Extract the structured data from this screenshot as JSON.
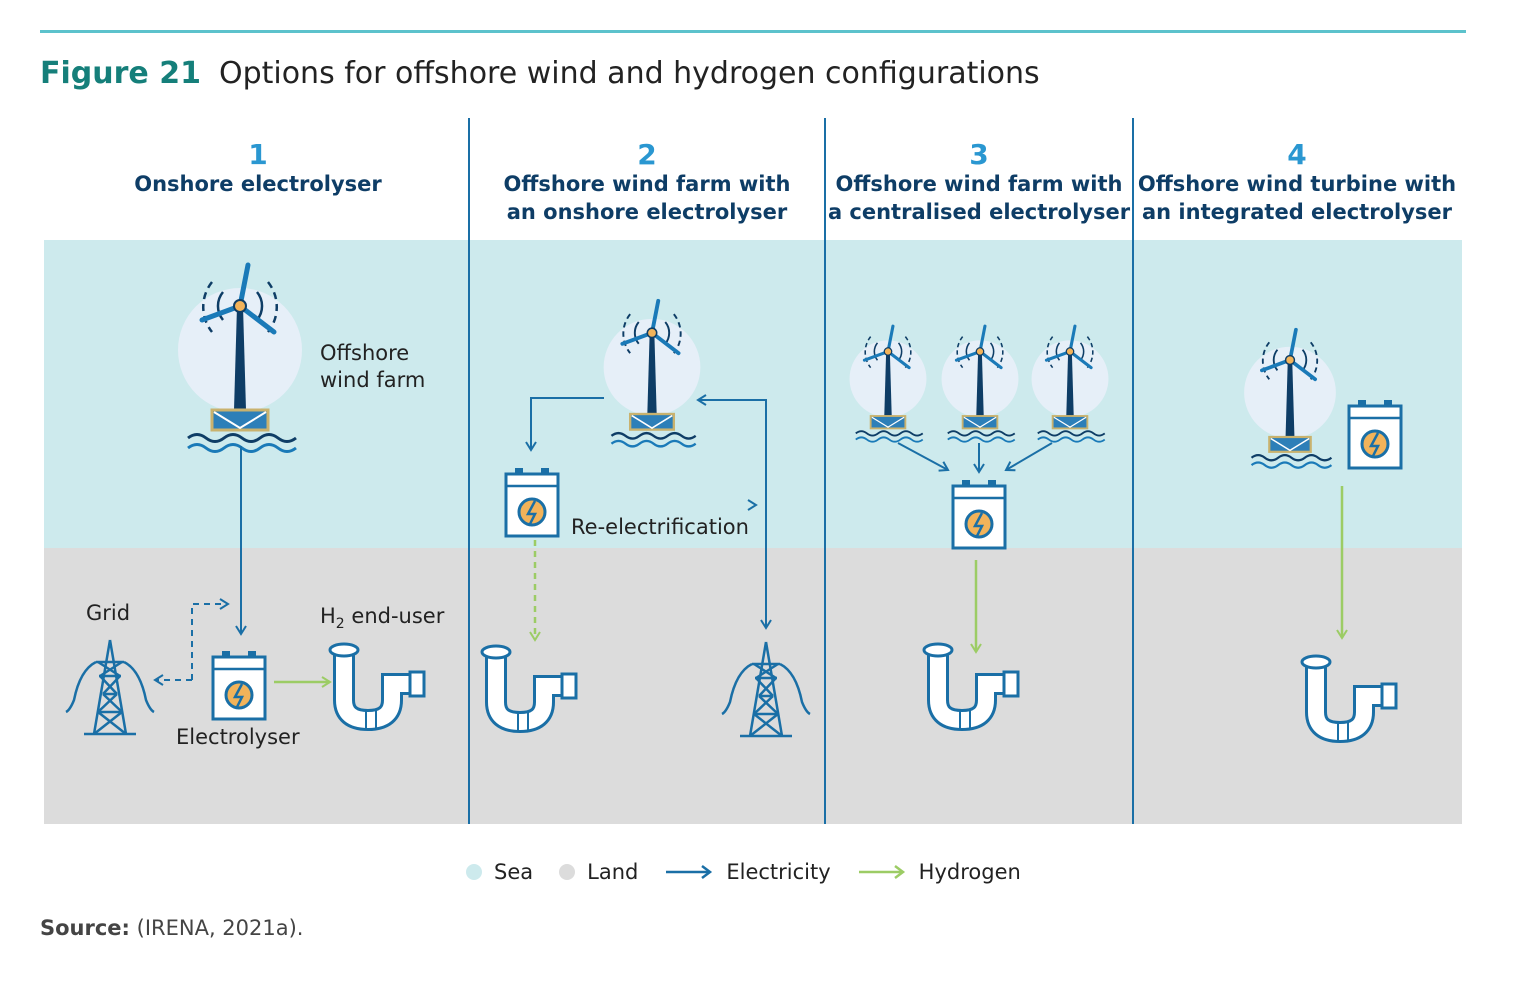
{
  "figure": {
    "label": "Figure 21",
    "title": "Options for offshore wind and hydrogen configurations"
  },
  "columns": [
    {
      "number": "1",
      "title_line1": "Onshore electrolyser",
      "title_line2": ""
    },
    {
      "number": "2",
      "title_line1": "Offshore wind farm with",
      "title_line2": "an onshore electrolyser"
    },
    {
      "number": "3",
      "title_line1": "Offshore wind farm with",
      "title_line2": "a centralised electrolyser"
    },
    {
      "number": "4",
      "title_line1": "Offshore wind turbine with",
      "title_line2": "an integrated electrolyser"
    }
  ],
  "labels": {
    "offshore_line1": "Offshore",
    "offshore_line2": "wind farm",
    "grid": "Grid",
    "h2_prefix": "H",
    "h2_sub": "2",
    "h2_suffix": " end-user",
    "electrolyser": "Electrolyser",
    "reelectrification": "Re-electrification"
  },
  "legend": {
    "sea": "Sea",
    "land": "Land",
    "electricity": "Electricity",
    "hydrogen": "Hydrogen"
  },
  "colors": {
    "sea": "#cdeaed",
    "land": "#dcdcdc",
    "electricity": "#1a6fa6",
    "hydrogen": "#9ccc65",
    "heading": "#0e3d66",
    "accent": "#157f7a"
  },
  "source": {
    "label": "Source:",
    "text": " (IRENA, 2021a)."
  }
}
